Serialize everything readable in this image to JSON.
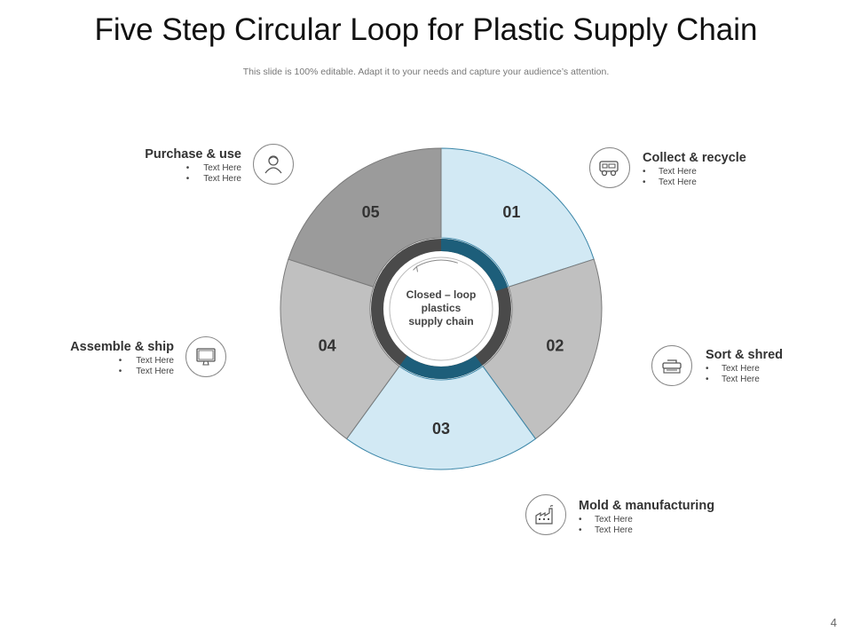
{
  "title": "Five Step Circular Loop for Plastic Supply Chain",
  "subtitle": "This slide is 100% editable. Adapt it to your needs and capture your audience’s attention.",
  "page_number": "4",
  "center_label": {
    "line1": "Closed – loop",
    "line2": "plastics",
    "line3": "supply chain"
  },
  "colors": {
    "light_blue": "#d2e9f4",
    "mid_gray": "#c0c0c0",
    "dark_gray": "#9b9b9b",
    "ring_blue": "#1d5e7a",
    "ring_dark": "#4a4a4a"
  },
  "segments": [
    {
      "number": "01",
      "color": "#d2e9f4"
    },
    {
      "number": "02",
      "color": "#c0c0c0"
    },
    {
      "number": "03",
      "color": "#d2e9f4"
    },
    {
      "number": "04",
      "color": "#c0c0c0"
    },
    {
      "number": "05",
      "color": "#9b9b9b"
    }
  ],
  "steps": [
    {
      "heading": "Collect & recycle",
      "bullets": [
        "Text Here",
        "Text Here"
      ],
      "icon": "truck-icon"
    },
    {
      "heading": "Sort & shred",
      "bullets": [
        "Text Here",
        "Text Here"
      ],
      "icon": "shredder-icon"
    },
    {
      "heading": "Mold & manufacturing",
      "bullets": [
        "Text Here",
        "Text Here"
      ],
      "icon": "factory-icon"
    },
    {
      "heading": "Assemble & ship",
      "bullets": [
        "Text Here",
        "Text Here"
      ],
      "icon": "monitor-icon"
    },
    {
      "heading": "Purchase & use",
      "bullets": [
        "Text Here",
        "Text Here"
      ],
      "icon": "person-icon"
    }
  ]
}
